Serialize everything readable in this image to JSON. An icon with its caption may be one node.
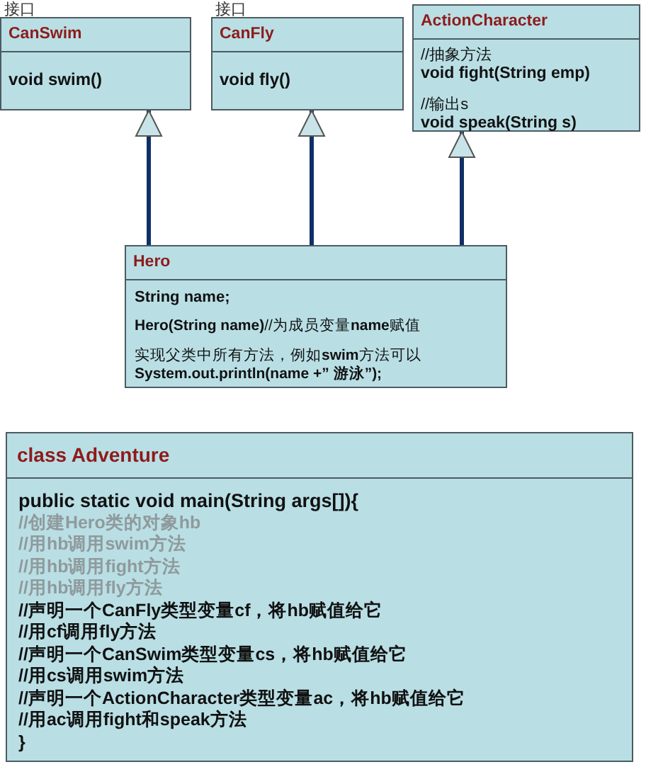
{
  "diagram": {
    "nodes": [
      {
        "text": [
          "接口",
          "CanSwim",
          "void swim()"
        ]
      },
      {
        "text": [
          "接口",
          "CanFly",
          "void fly()"
        ]
      },
      {
        "text": [
          "ActionCharacter",
          "//抽象方法",
          "void fight(String emp)",
          "//输出s",
          "void speak(String s)"
        ]
      },
      {
        "text": [
          "Hero",
          "String name;",
          "**Hero(String name)**//为成员变量**name**赋值",
          "实现父类中所有方法，例如**swim**方法可以 **System.out.println(name +” 游泳”);**"
        ]
      },
      {
        "text": [
          "class Adventure",
          "public static void main(String args[]){",
          "//创建Hero类的对象hb",
          "//用hb调用swim方法",
          "//用hb调用fight方法",
          "//用hb调用fly方法",
          "//声明一个CanFly类型变量cf，将hb赋值给它",
          "//用cf调用fly方法",
          "//声明一个CanSwim类型变量cs，将hb赋值给它",
          "//用cs调用swim方法",
          "//声明一个ActionCharacter类型变量ac，将hb赋值给它",
          "//用ac调用fight和speak方法",
          "}"
        ]
      }
    ],
    "edges": [
      {
        "from": 3,
        "to": 0,
        "arrow": "to"
      },
      {
        "from": 3,
        "to": 1,
        "arrow": "to"
      },
      {
        "from": 3,
        "to": 2,
        "arrow": "to"
      }
    ]
  }
}
